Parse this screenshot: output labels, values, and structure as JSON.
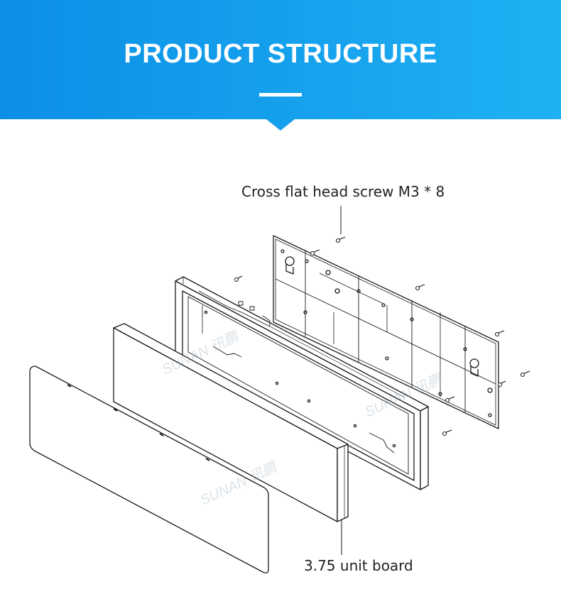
{
  "header": {
    "title": "PRODUCT STRUCTURE",
    "gradient_start": "#0b8fe6",
    "gradient_end": "#1fb1f3"
  },
  "diagram": {
    "callouts": {
      "screw": "Cross flat head screw M3 * 8",
      "board": "3.75 unit board"
    },
    "watermark": "SUNAN 讯鹏",
    "parts": [
      "front-cover-panel",
      "unit-board",
      "frame-housing",
      "back-mounting-plate",
      "screws"
    ]
  }
}
